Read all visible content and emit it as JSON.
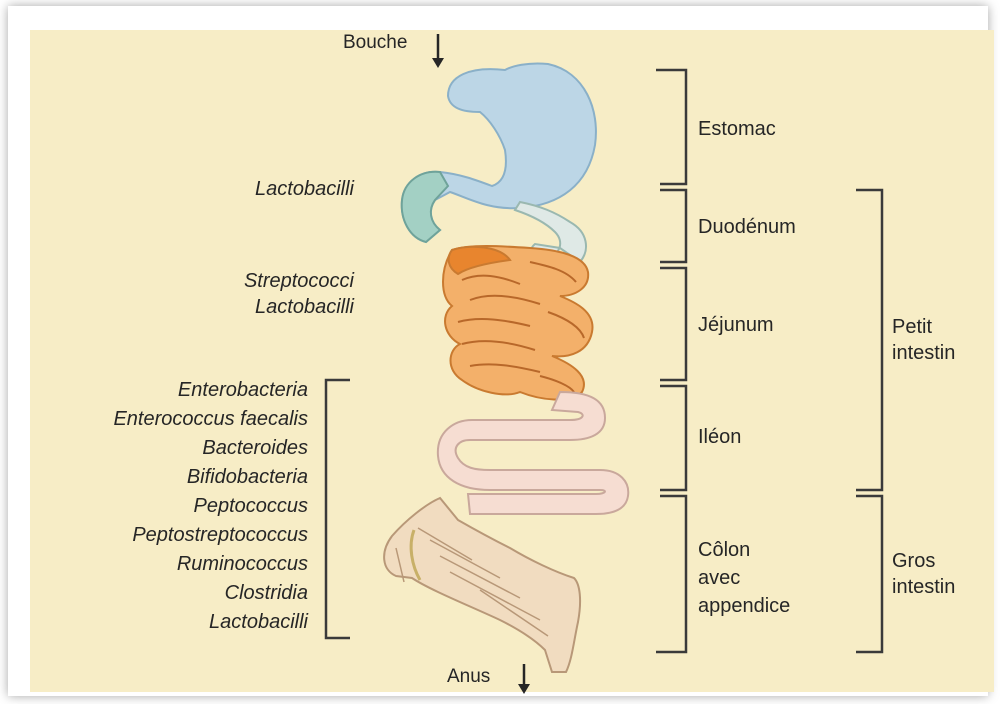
{
  "labels": {
    "mouth": "Bouche",
    "anus": "Anus"
  },
  "segments": {
    "stomach": "Estomac",
    "duodenum": "Duodénum",
    "jejunum": "Jéjunum",
    "ileum": "Iléon",
    "colon": [
      "Côlon",
      "avec",
      "appendice"
    ]
  },
  "groups": {
    "small_intestine": [
      "Petit",
      "intestin"
    ],
    "large_intestine": [
      "Gros",
      "intestin"
    ]
  },
  "bacteria": {
    "stomach": [
      "Lactobacilli"
    ],
    "jejunum": [
      "Streptococci",
      "Lactobacilli"
    ],
    "colon": [
      "Enterobacteria",
      "Enterococcus faecalis",
      "Bacteroides",
      "Bifidobacteria",
      "Peptococcus",
      "Peptostreptococcus",
      "Ruminococcus",
      "Clostridia",
      "Lactobacilli"
    ]
  },
  "colors": {
    "background": "#f7edc6",
    "stomach": "#bcd6e6",
    "pylorus": "#a3d0c4",
    "jejunum": "#f0a050",
    "ileum": "#f6ddd2",
    "colon": "#f1dcc0",
    "bracket": "#3a3a3a"
  }
}
